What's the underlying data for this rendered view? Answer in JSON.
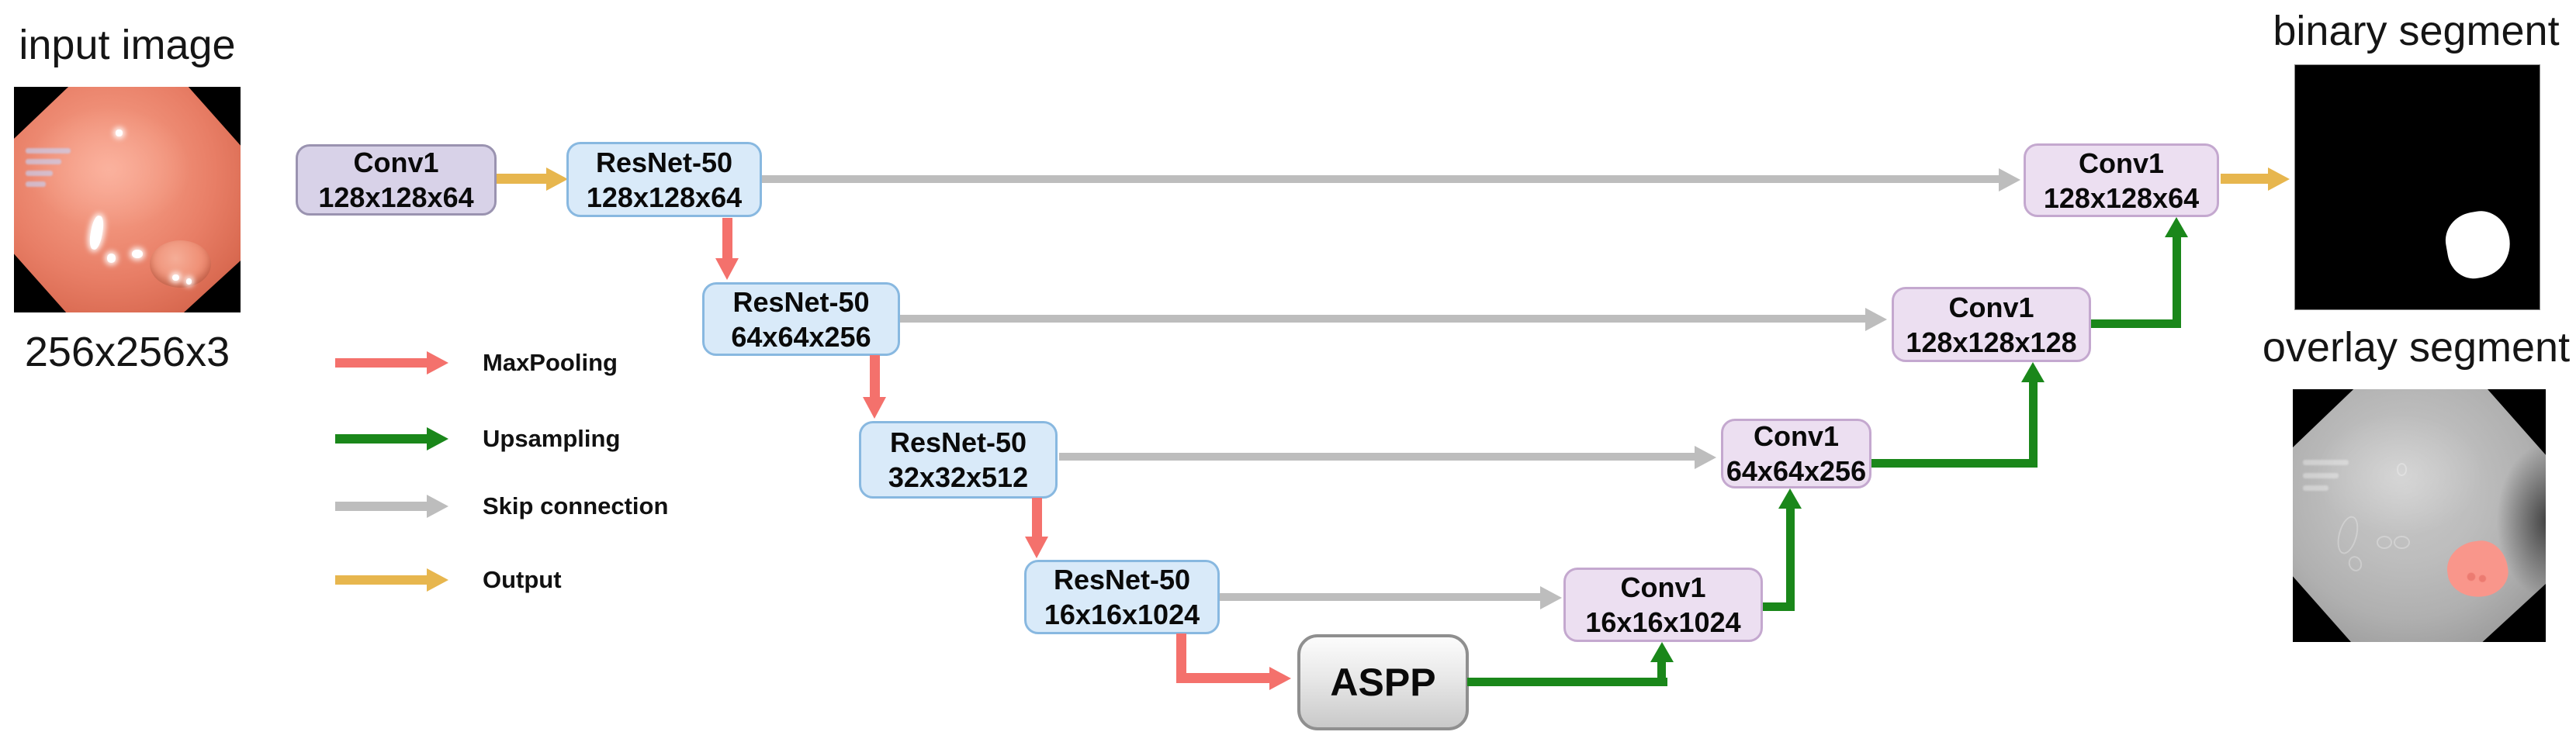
{
  "labels": {
    "input_image": "input image",
    "input_dims": "256x256x3",
    "binary_segment": "binary segment",
    "overlay_segment": "overlay segment"
  },
  "legend": [
    {
      "name": "maxpooling",
      "label": "MaxPooling"
    },
    {
      "name": "upsampling",
      "label": "Upsampling"
    },
    {
      "name": "skip-connection",
      "label": "Skip connection"
    },
    {
      "name": "output",
      "label": "Output"
    }
  ],
  "blocks": {
    "conv_in": {
      "title": "Conv1",
      "dims": "128x128x64"
    },
    "enc1": {
      "title": "ResNet-50",
      "dims": "128x128x64"
    },
    "enc2": {
      "title": "ResNet-50",
      "dims": "64x64x256"
    },
    "enc3": {
      "title": "ResNet-50",
      "dims": "32x32x512"
    },
    "enc4": {
      "title": "ResNet-50",
      "dims": "16x16x1024"
    },
    "aspp": {
      "title": "ASPP"
    },
    "dec4": {
      "title": "Conv1",
      "dims": "16x16x1024"
    },
    "dec3": {
      "title": "Conv1",
      "dims": "64x64x256"
    },
    "dec2": {
      "title": "Conv1",
      "dims": "128x128x128"
    },
    "dec1": {
      "title": "Conv1",
      "dims": "128x128x64"
    }
  },
  "colors": {
    "maxpool_arrow": "#F4716C",
    "upsample_arrow": "#1A871A",
    "skip_arrow": "#BDBDBD",
    "output_arrow": "#E7B64E",
    "encoder_fill": "#D9EAF9",
    "encoder_border": "#88B8E0",
    "conv_in_fill": "#D8D2E8",
    "conv_in_border": "#9A93B0",
    "decoder_fill": "#ECDFF1",
    "decoder_border": "#C4A8CF",
    "aspp_border": "#8F8F8F",
    "mask_pink": "#F9968B"
  }
}
